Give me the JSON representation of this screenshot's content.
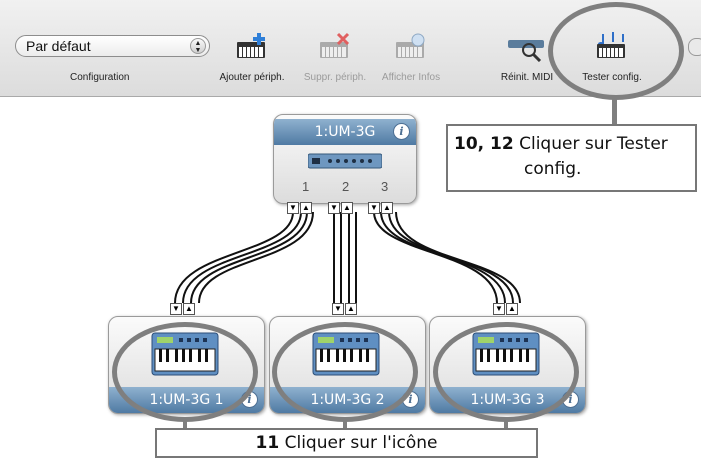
{
  "toolbar": {
    "config_value": "Par défaut",
    "config_label": "Configuration",
    "add_label": "Ajouter périph.",
    "remove_label": "Suppr. périph.",
    "info_label": "Afficher Infos",
    "reset_label": "Réinit. MIDI",
    "test_label": "Tester config."
  },
  "main_device": {
    "name": "1:UM-3G",
    "ports": [
      "1",
      "2",
      "3"
    ]
  },
  "devices": [
    {
      "name": "1:UM-3G 1"
    },
    {
      "name": "1:UM-3G 2"
    },
    {
      "name": "1:UM-3G 3"
    }
  ],
  "callouts": {
    "test": {
      "step": "10, 12",
      "line1": "Cliquer sur Tester",
      "line2": "config."
    },
    "icon": {
      "step": "11",
      "text": "Cliquer sur l'icône"
    }
  },
  "icons": {
    "info": "i",
    "port_down": "▼",
    "port_up": "▲",
    "select_arrows": "▲▼"
  },
  "colors": {
    "device_title": "#5b86ad",
    "highlight": "#7f7f7f"
  }
}
